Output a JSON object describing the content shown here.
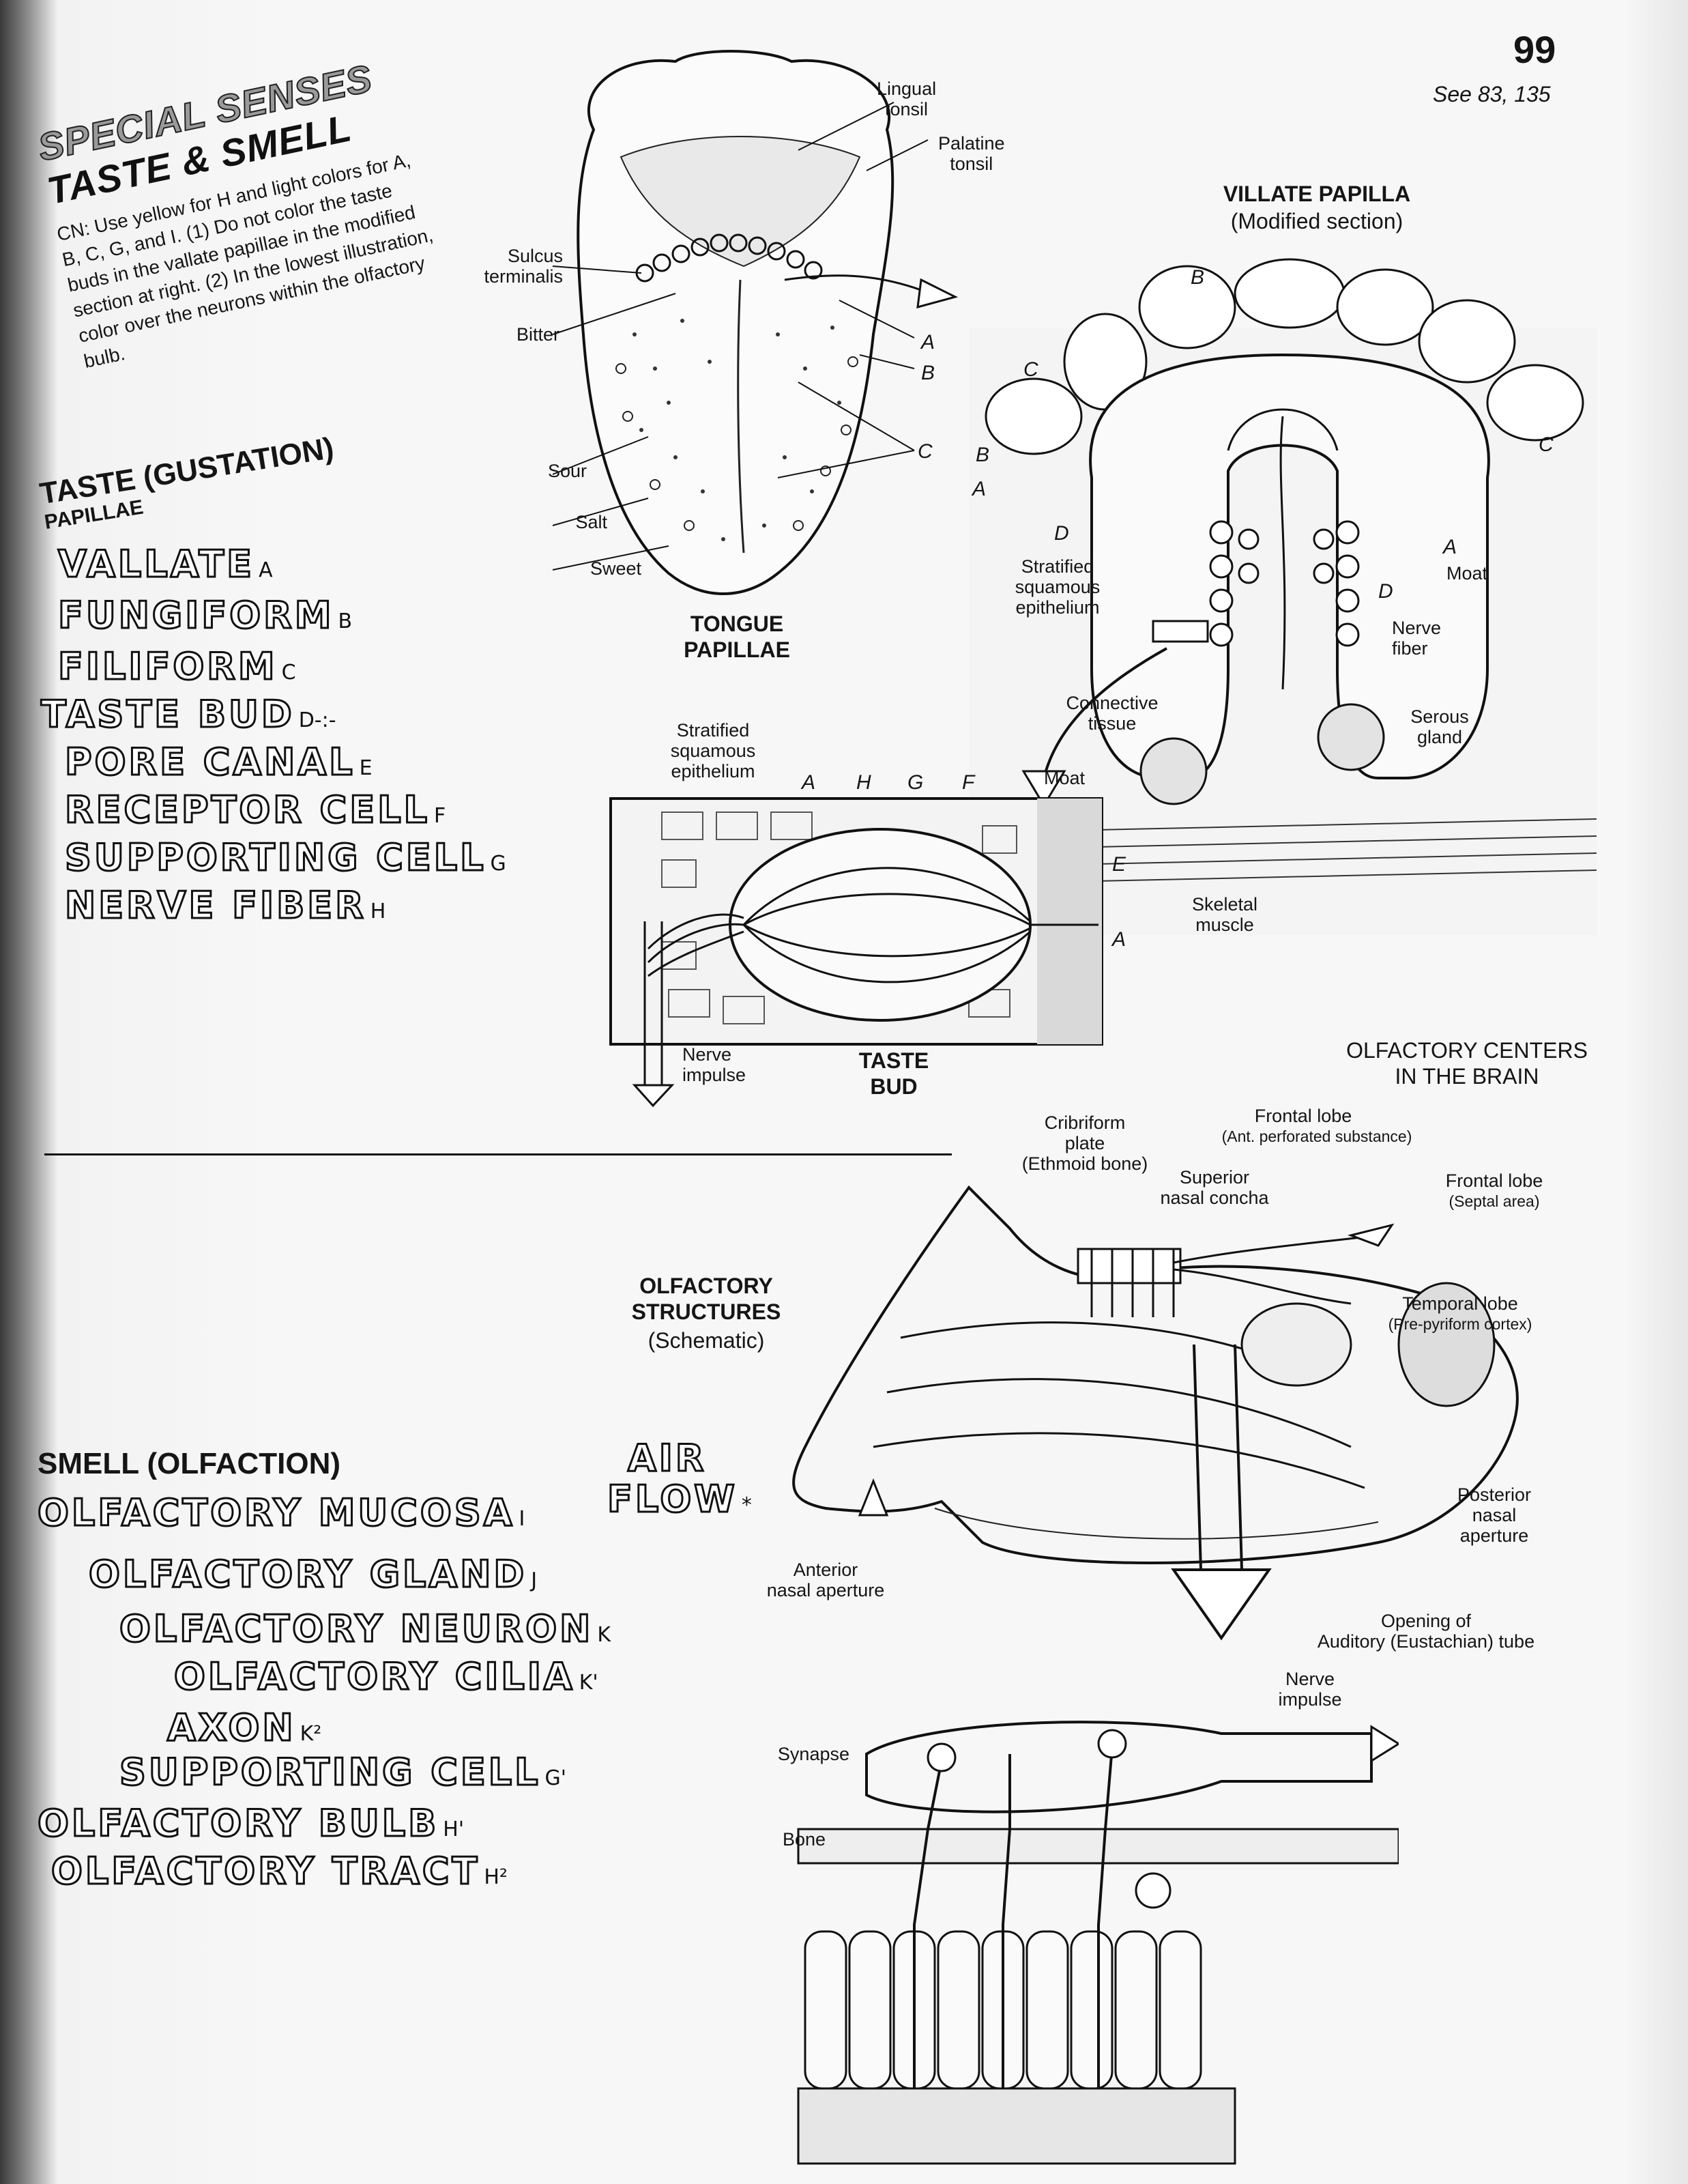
{
  "page": {
    "number": "99",
    "see_also": "See 83, 135"
  },
  "header": {
    "line1": "SPECIAL SENSES",
    "line2": "TASTE & SMELL"
  },
  "cn_instructions": "CN: Use yellow for H and light colors for A, B, C, G, and I. (1) Do not color the taste buds in the vallate papillae in the modified section at right. (2) In the lowest illustration, color over the neurons within the olfactory bulb.",
  "taste_section": {
    "heading": "TASTE (GUSTATION)",
    "papillae_heading": "PAPILLAE",
    "terms": [
      {
        "text": "VALLATE",
        "sub": "A"
      },
      {
        "text": "FUNGIFORM",
        "sub": "B"
      },
      {
        "text": "FILIFORM",
        "sub": "C"
      },
      {
        "text": "TASTE BUD",
        "sub": "D-:-"
      },
      {
        "text": "PORE CANAL",
        "sub": "E"
      },
      {
        "text": "RECEPTOR CELL",
        "sub": "F"
      },
      {
        "text": "SUPPORTING CELL",
        "sub": "G"
      },
      {
        "text": "NERVE FIBER",
        "sub": "H"
      }
    ]
  },
  "smell_section": {
    "heading": "SMELL (OLFACTION)",
    "airflow": {
      "line1": "AIR",
      "line2": "FLOW",
      "sub": "*"
    },
    "terms": [
      {
        "text": "OLFACTORY MUCOSA",
        "sub": "I"
      },
      {
        "text": "OLFACTORY GLAND",
        "sub": "J"
      },
      {
        "text": "OLFACTORY NEURON",
        "sub": "K"
      },
      {
        "text": "OLFACTORY CILIA",
        "sub": "K'"
      },
      {
        "text": "AXON",
        "sub": "K²"
      },
      {
        "text": "SUPPORTING CELL",
        "sub": "G'"
      },
      {
        "text": "OLFACTORY BULB",
        "sub": "H'"
      },
      {
        "text": "OLFACTORY TRACT",
        "sub": "H²"
      }
    ]
  },
  "tongue": {
    "title_line1": "TONGUE",
    "title_line2": "PAPILLAE",
    "labels": {
      "lingual_tonsil": "Lingual\ntonsil",
      "palatine_tonsil": "Palatine\ntonsil",
      "sulcus_terminalis": "Sulcus\nterminalis",
      "bitter": "Bitter",
      "sour": "Sour",
      "salt": "Salt",
      "sweet": "Sweet",
      "a": "A",
      "b": "B",
      "c": "C"
    }
  },
  "villate": {
    "title": "VILLATE PAPILLA",
    "subtitle": "(Modified section)",
    "labels": {
      "stratified": "Stratified\nsquamous\nepithelium",
      "moat": "Moat",
      "nerve_fiber": "Nerve\nfiber",
      "connective": "Connective\ntissue",
      "serous": "Serous\ngland",
      "skeletal": "Skeletal\nmuscle",
      "moat2": "Moat",
      "d": "D",
      "a": "A",
      "b": "B",
      "c": "C"
    }
  },
  "taste_bud": {
    "title_line1": "TASTE",
    "title_line2": "BUD",
    "labels": {
      "stratified": "Stratified\nsquamous\nepithelium",
      "nerve_impulse": "Nerve\nimpulse",
      "a": "A",
      "h": "H",
      "g": "G",
      "f": "F",
      "e": "E"
    }
  },
  "olfactory": {
    "title_line1": "OLFACTORY",
    "title_line2": "STRUCTURES",
    "title_line3": "(Schematic)",
    "centers_line1": "OLFACTORY CENTERS",
    "centers_line2": "IN THE BRAIN",
    "labels": {
      "cribriform": "Cribriform\nplate\n(Ethmoid bone)",
      "frontal_lobe_ant": "Frontal lobe",
      "frontal_lobe_ant_sub": "(Ant. perforated substance)",
      "superior_concha": "Superior\nnasal concha",
      "frontal_lobe_sep": "Frontal lobe",
      "frontal_lobe_sep_sub": "(Septal area)",
      "temporal_lobe": "Temporal lobe",
      "temporal_lobe_sub": "(Pre-pyriform cortex)",
      "posterior_aperture": "Posterior\nnasal\naperture",
      "anterior_aperture": "Anterior\nnasal aperture",
      "eustachian": "Opening of\nAuditory (Eustachian) tube",
      "nerve_impulse": "Nerve\nimpulse",
      "synapse": "Synapse",
      "bone": "Bone"
    }
  }
}
